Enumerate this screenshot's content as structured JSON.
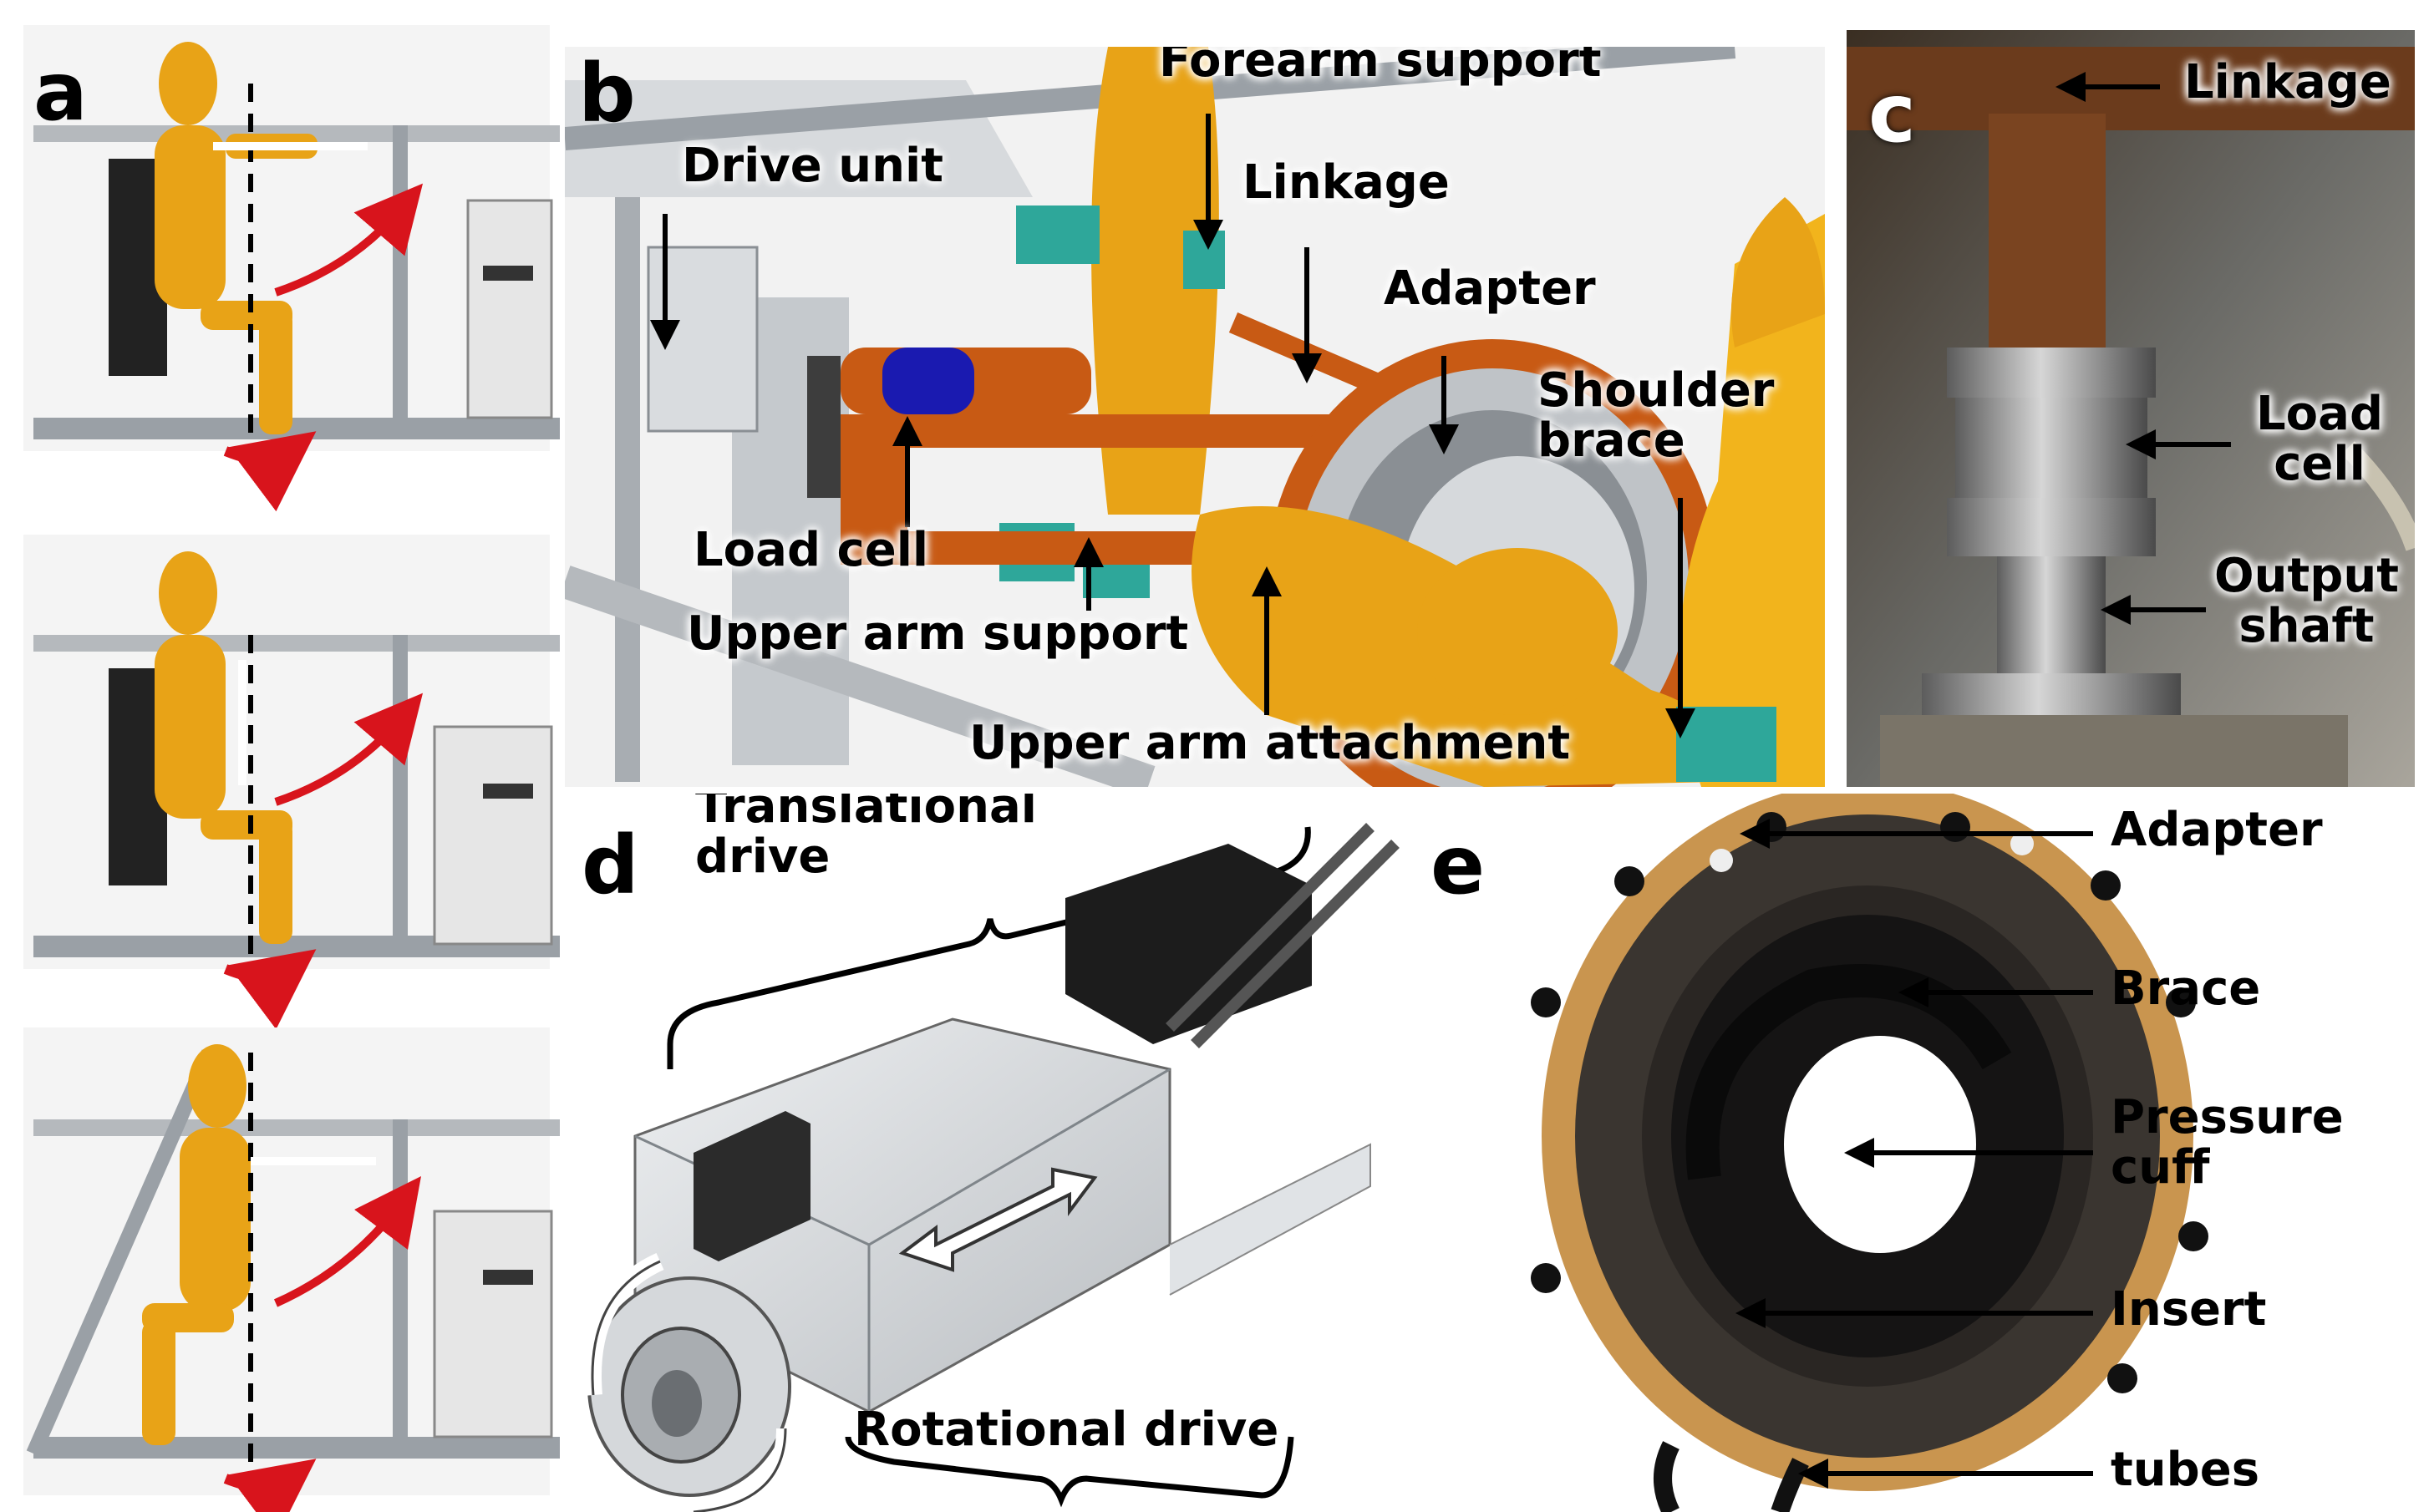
{
  "panels": {
    "a": {
      "label": "a"
    },
    "b": {
      "label": "b",
      "forearm_support": "Forearm support",
      "drive_unit": "Drive unit",
      "linkage": "Linkage",
      "adapter": "Adapter",
      "shoulder_brace_line1": "Shoulder",
      "shoulder_brace_line2": "brace",
      "load_cell": "Load cell",
      "upper_arm_support": "Upper arm support",
      "upper_arm_attachment": "Upper arm attachment"
    },
    "c": {
      "label": "c",
      "linkage": "Linkage",
      "load_cell_line1": "Load",
      "load_cell_line2": "cell",
      "output_shaft_line1": "Output",
      "output_shaft_line2": "shaft"
    },
    "d": {
      "label": "d",
      "translational_line1": "Translational",
      "translational_line2": "drive",
      "rotational": "Rotational drive"
    },
    "e": {
      "label": "e",
      "adapter": "Adapter",
      "brace": "Brace",
      "pressure_cuff_line1": "Pressure",
      "pressure_cuff_line2": "cuff",
      "insert": "Insert",
      "tubes": "tubes"
    }
  },
  "colors": {
    "mannequin": "#e8a317",
    "orange_part": "#c85a14",
    "teal_part": "#2ea79a",
    "red_arrow": "#d8141c",
    "frame_gray": "#9aa0a6",
    "adapter_gold": "#c9954f"
  }
}
